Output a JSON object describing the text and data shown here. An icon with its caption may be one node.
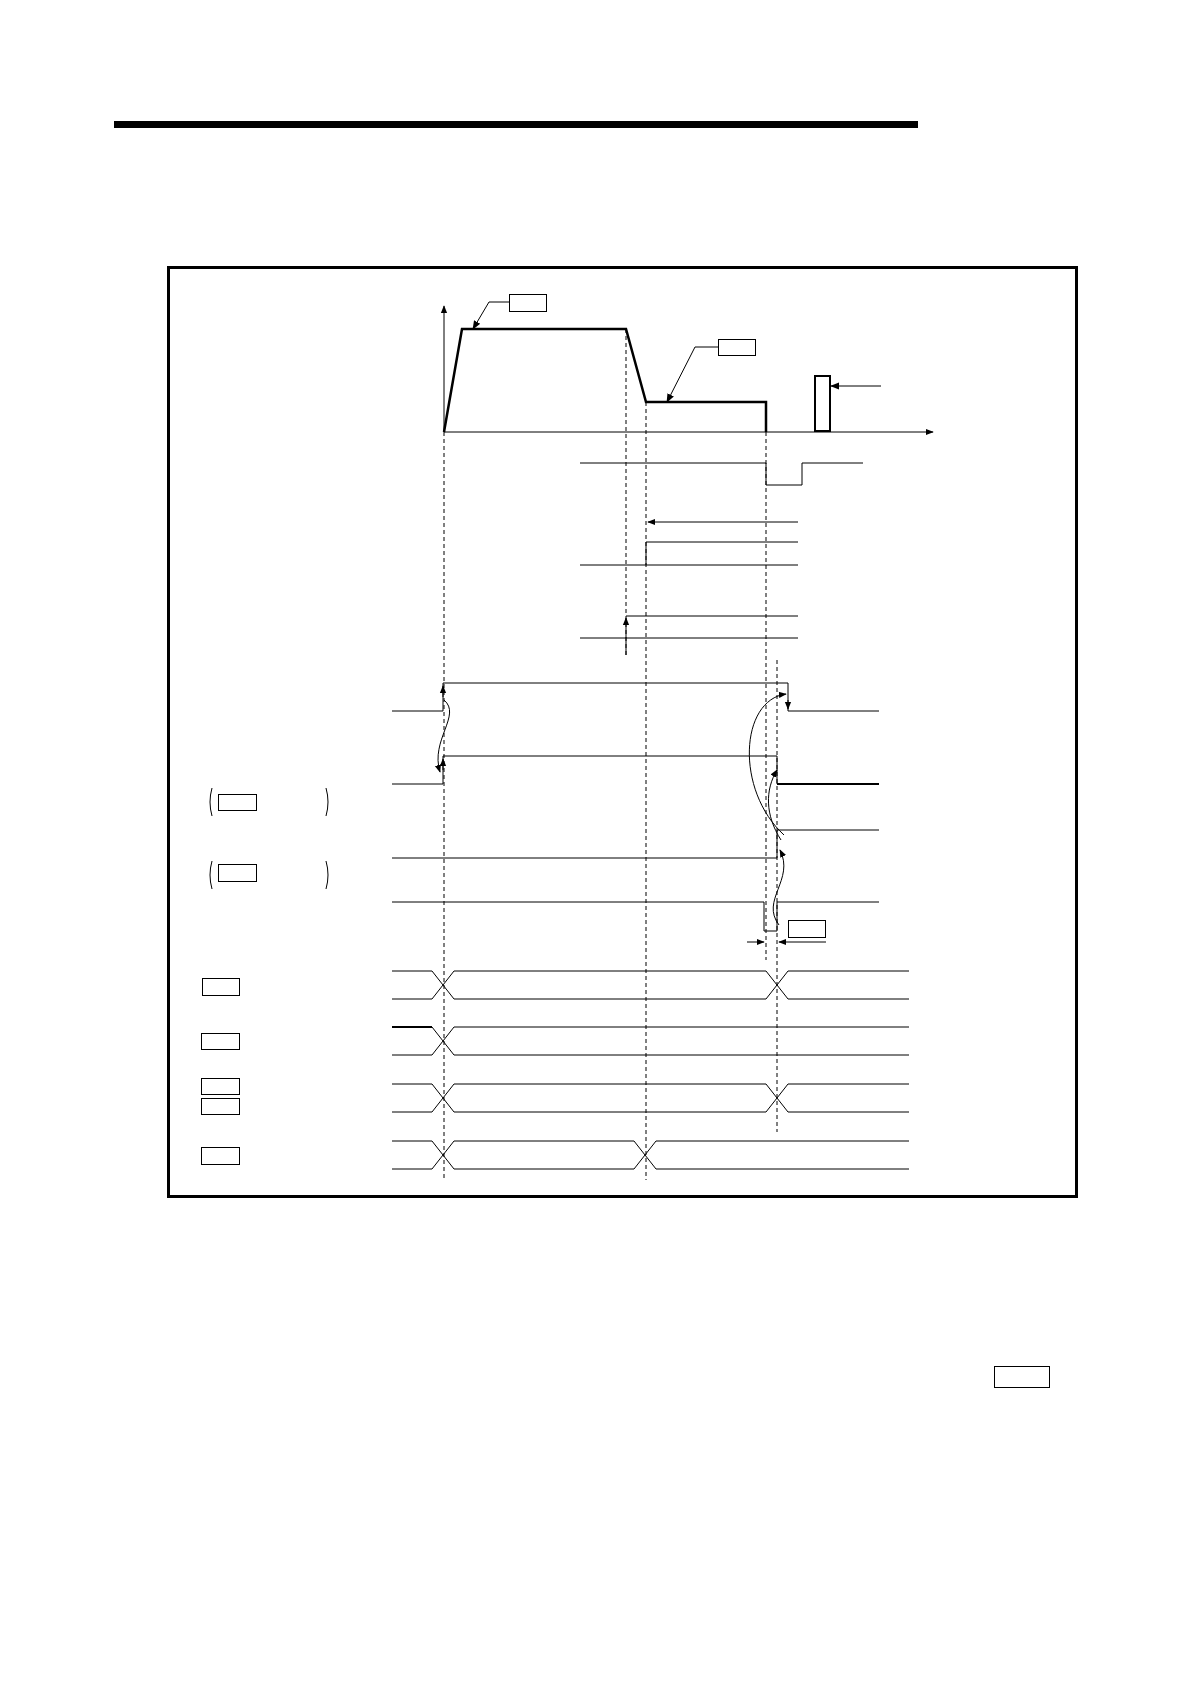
{
  "diagram": {
    "nodes": [
      {
        "text": [],
        "shape": "box"
      },
      {
        "text": [],
        "shape": "box"
      },
      {
        "text": [],
        "shape": "bar"
      },
      {
        "text": [],
        "shape": "box"
      },
      {
        "text": [],
        "shape": "box"
      },
      {
        "text": [],
        "shape": "box"
      },
      {
        "text": [],
        "shape": "box"
      },
      {
        "text": [],
        "shape": "box"
      },
      {
        "text": [],
        "shape": "box"
      },
      {
        "text": [],
        "shape": "box"
      },
      {
        "text": [],
        "shape": "box"
      },
      {
        "text": [],
        "shape": "box"
      }
    ],
    "edges": [
      {
        "from": 0,
        "to": null,
        "arrow": "to"
      },
      {
        "from": 1,
        "to": null,
        "arrow": "to"
      },
      {
        "from": null,
        "to": 2,
        "arrow": "to"
      }
    ]
  }
}
